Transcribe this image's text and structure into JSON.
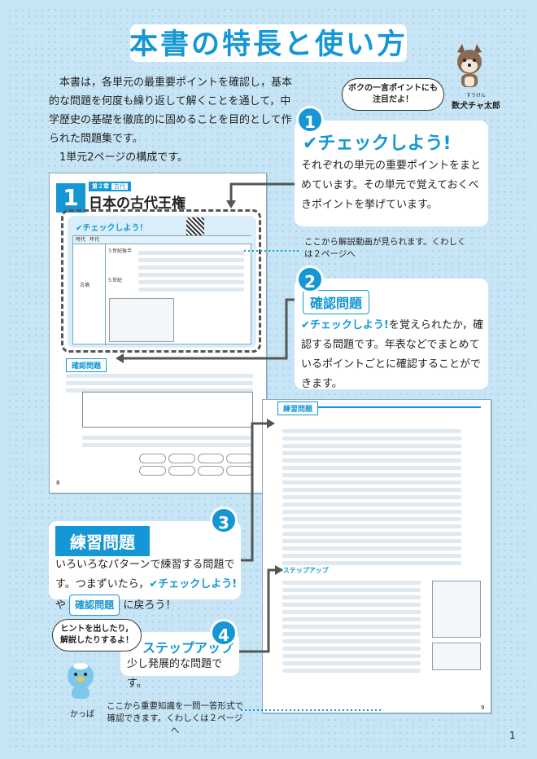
{
  "title": "本書の特長と使い方",
  "intro": {
    "para1": "本書は，各単元の最重要ポイントを確認し，基本的な問題を何度も繰り返して解くことを通して，中学歴史の基礎を徹底的に固めることを目的として作られた問題集です。",
    "para2": "1単元2ページの構成です。"
  },
  "mascot": {
    "speech": "ボクの一言ポイントにも注目だよ！",
    "ruby": "すうけん",
    "name": "数犬チャ太郎"
  },
  "sections": [
    {
      "number": "1",
      "heading": "チェックしよう!",
      "body": "それぞれの単元の重要ポイントをまとめています。その単元で覚えておくべきポイントを挙げています。"
    },
    {
      "number": "2",
      "heading": "確認問題",
      "body_prefix": "チェックしよう!",
      "body": "を覚えられたか，確認する問題です。年表などでまとめているポイントごとに確認することができます。"
    },
    {
      "number": "3",
      "heading": "練習問題",
      "body1": "いろいろなパターンで練習する問題です。つまずいたら，",
      "check": "チェックしよう!",
      "body2": "や",
      "box": "確認問題",
      "body3": "に戻ろう！"
    },
    {
      "number": "4",
      "heading": "ステップアップ",
      "body": "少し発展的な問題です。"
    }
  ],
  "notes": {
    "video": "ここから解説動画が見られます。くわしくは２ページへ",
    "qa": "ここから重要知識を一問一答形式で確認できます。くわしくは２ページへ"
  },
  "kappa": {
    "speech": "ヒントを出したり，解説したりするよ！",
    "name": "かっぱ"
  },
  "sample_left": {
    "chapter_num": "1",
    "tag1": "第２章",
    "tag2": "古代",
    "title": "日本の古代王権",
    "check_label": "チェックしよう！",
    "col1": "時代",
    "col2": "年代",
    "era": "古墳",
    "c1": "３世紀後半",
    "c2": "５世紀",
    "confirm": "確認問題",
    "page": "8"
  },
  "sample_right": {
    "practice": "練習問題",
    "step": "ステップアップ",
    "page": "9"
  },
  "page_number": "1"
}
